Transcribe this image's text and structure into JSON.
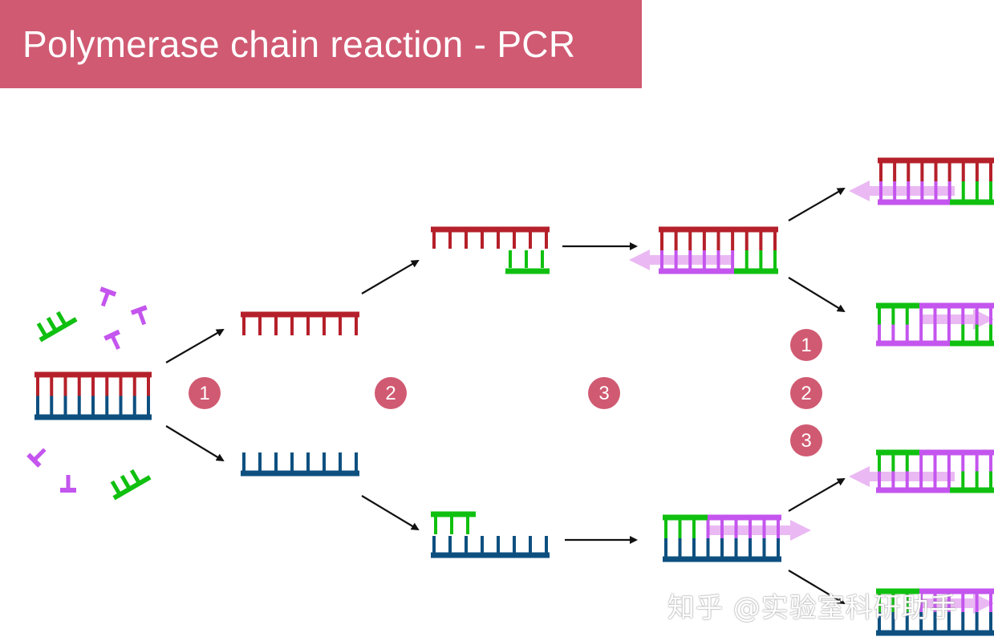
{
  "title": "Polymerase chain reaction - PCR",
  "step_badges": [
    "1",
    "2",
    "3"
  ],
  "watermark": "知乎 @实验室科研助手",
  "colors": {
    "banner": "#d05a72",
    "badge": "#d05a72",
    "template_strand_a": "#b5202a",
    "template_strand_b": "#0d5080",
    "primer": "#10c010",
    "new_strand": "#c455ee",
    "extension_arrow": "#e9b5f2",
    "reaction_arrow": "#111111"
  }
}
